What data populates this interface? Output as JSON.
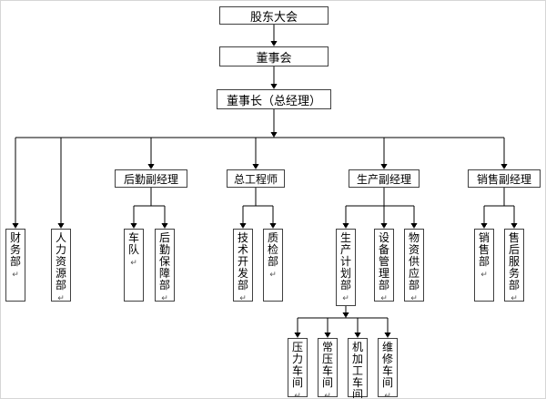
{
  "page": {
    "background": "#ffffff",
    "line_color": "#000000",
    "box_border_color": "#404040"
  },
  "glyphs": {
    "paragraph_mark": "↵"
  },
  "org": {
    "root": {
      "label": "股东大会"
    },
    "board": {
      "label": "董事会"
    },
    "chairman": {
      "label": "董事长（总经理）"
    },
    "staff_departments": [
      {
        "label": "财务部"
      },
      {
        "label": "人力资源部"
      }
    ],
    "managers": [
      {
        "label": "后勤副经理",
        "departments": [
          {
            "label": "车队"
          },
          {
            "label": "后勤保障部"
          }
        ]
      },
      {
        "label": "总工程师",
        "departments": [
          {
            "label": "技术开发部"
          },
          {
            "label": "质检部"
          }
        ]
      },
      {
        "label": "生产副经理",
        "departments": [
          {
            "label": "生产计划部"
          },
          {
            "label": "设备管理部"
          },
          {
            "label": "物资供应部"
          }
        ]
      },
      {
        "label": "销售副经理",
        "departments": [
          {
            "label": "销售部"
          },
          {
            "label": "售后服务部"
          }
        ]
      }
    ],
    "workshops": [
      {
        "label": "压力车间"
      },
      {
        "label": "常压车间"
      },
      {
        "label": "机加工车间"
      },
      {
        "label": "维修车间"
      }
    ]
  }
}
